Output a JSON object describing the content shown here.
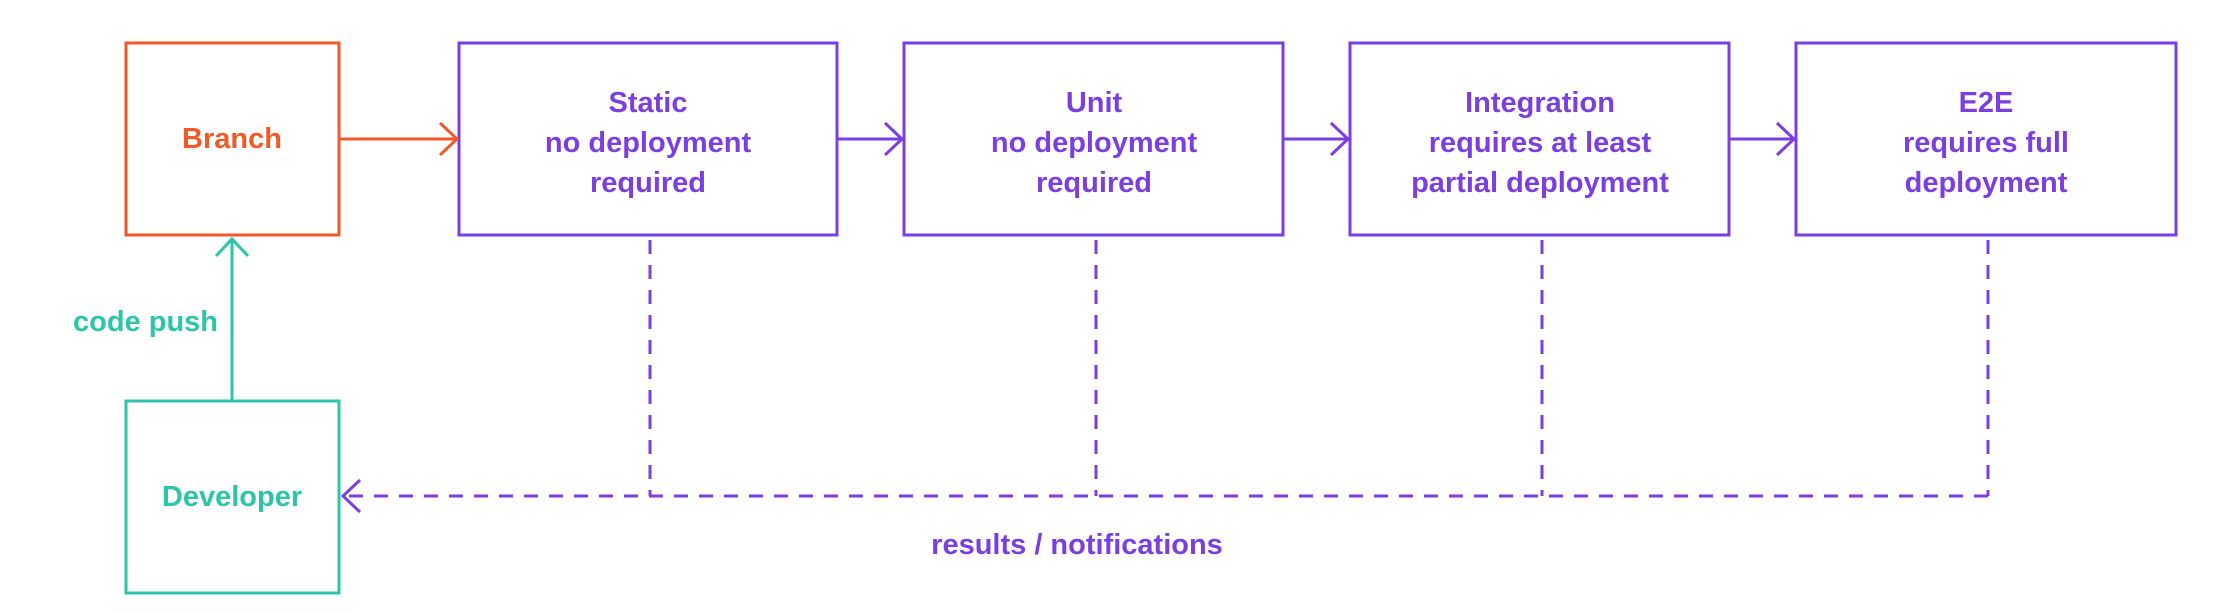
{
  "colors": {
    "branch": "#f05a28",
    "developer": "#2cc5a7",
    "stage": "#7b3fe0",
    "background": "#ffffff"
  },
  "nodes": {
    "branch": {
      "label": "Branch"
    },
    "developer": {
      "label": "Developer"
    }
  },
  "stages": [
    {
      "title": "Static",
      "line1": "no deployment",
      "line2": "required"
    },
    {
      "title": "Unit",
      "line1": "no deployment",
      "line2": "required"
    },
    {
      "title": "Integration",
      "line1": "requires at least",
      "line2": "partial deployment"
    },
    {
      "title": "E2E",
      "line1": "requires full",
      "line2": "deployment"
    }
  ],
  "edges": {
    "code_push_label": "code push",
    "results_label": "results / notifications"
  }
}
